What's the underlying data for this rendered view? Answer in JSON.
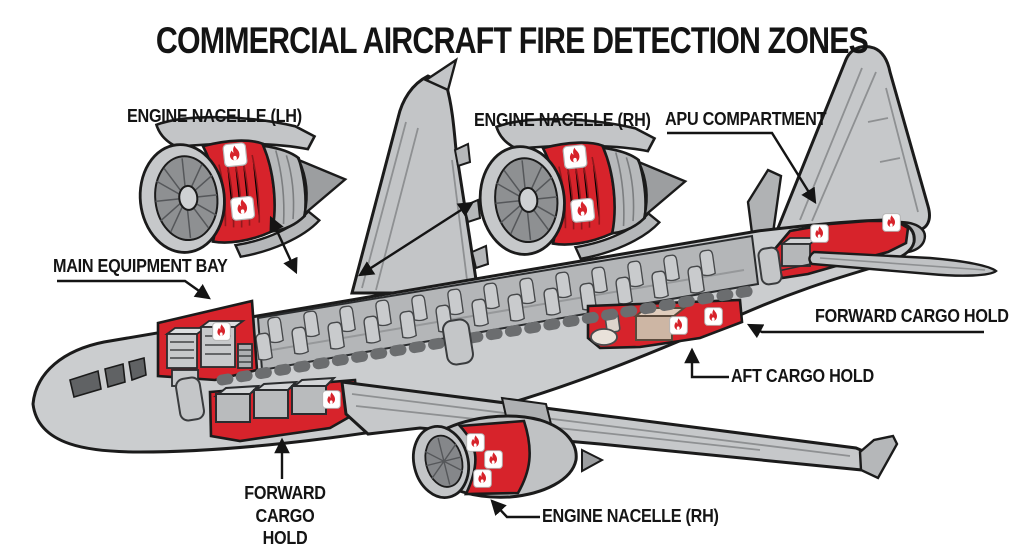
{
  "title": "COMMERCIAL AIRCRAFT FIRE DETECTION ZONES",
  "callouts": [
    {
      "id": "engine-nacelle-lh",
      "label": "ENGINE NACELLE (LH)"
    },
    {
      "id": "engine-nacelle-rh-top",
      "label": "ENGINE NACELLE (RH)"
    },
    {
      "id": "apu-compartment",
      "label": "APU COMPARTMENT"
    },
    {
      "id": "main-equipment-bay",
      "label": "MAIN EQUIPMENT BAY"
    },
    {
      "id": "forward-cargo-hold-right",
      "label": "FORWARD CARGO HOLD"
    },
    {
      "id": "aft-cargo-hold",
      "label": "AFT CARGO HOLD"
    },
    {
      "id": "forward-cargo-hold-bottom",
      "label": "FORWARD CARGO HOLD"
    },
    {
      "id": "engine-nacelle-rh-bottom",
      "label": "ENGINE NACELLE (RH)"
    }
  ],
  "icons": {
    "fire": "fire-icon"
  },
  "colors": {
    "fire_zone_red": "#d7232b",
    "airframe_gray": "#cbcdcf",
    "outline_black": "#1b1b1b",
    "background": "#ffffff"
  }
}
